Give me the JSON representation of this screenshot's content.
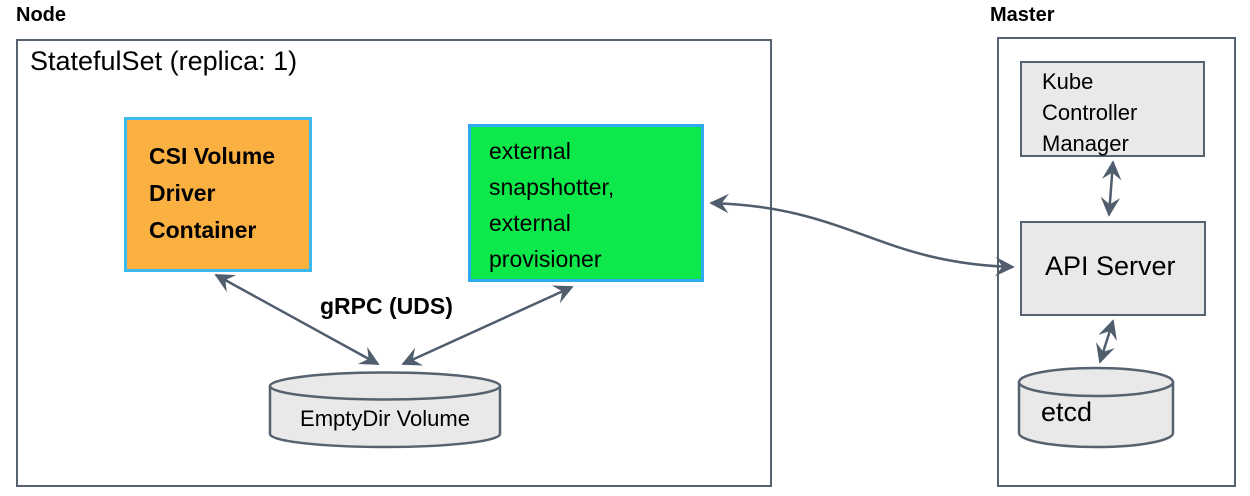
{
  "node": {
    "label": "Node",
    "statefulset": "StatefulSet (replica: 1)",
    "csi_lines": [
      "CSI Volume",
      "Driver",
      "Container"
    ],
    "sidecar_lines": [
      "external",
      "snapshotter,",
      "external",
      "provisioner"
    ],
    "grpc_label": "gRPC (UDS)",
    "emptydir": "EmptyDir Volume"
  },
  "master": {
    "label": "Master",
    "kcm_lines": [
      "Kube",
      "Controller",
      "Manager"
    ],
    "api_server": "API Server",
    "etcd": "etcd"
  },
  "colors": {
    "box_border": "#56626F",
    "cyan_border": "#35B2EF",
    "orange_fill": "#FBB042",
    "green_fill": "#0DE94A",
    "gray_fill": "#E9E9E9",
    "arrow": "#4F5D6D"
  }
}
